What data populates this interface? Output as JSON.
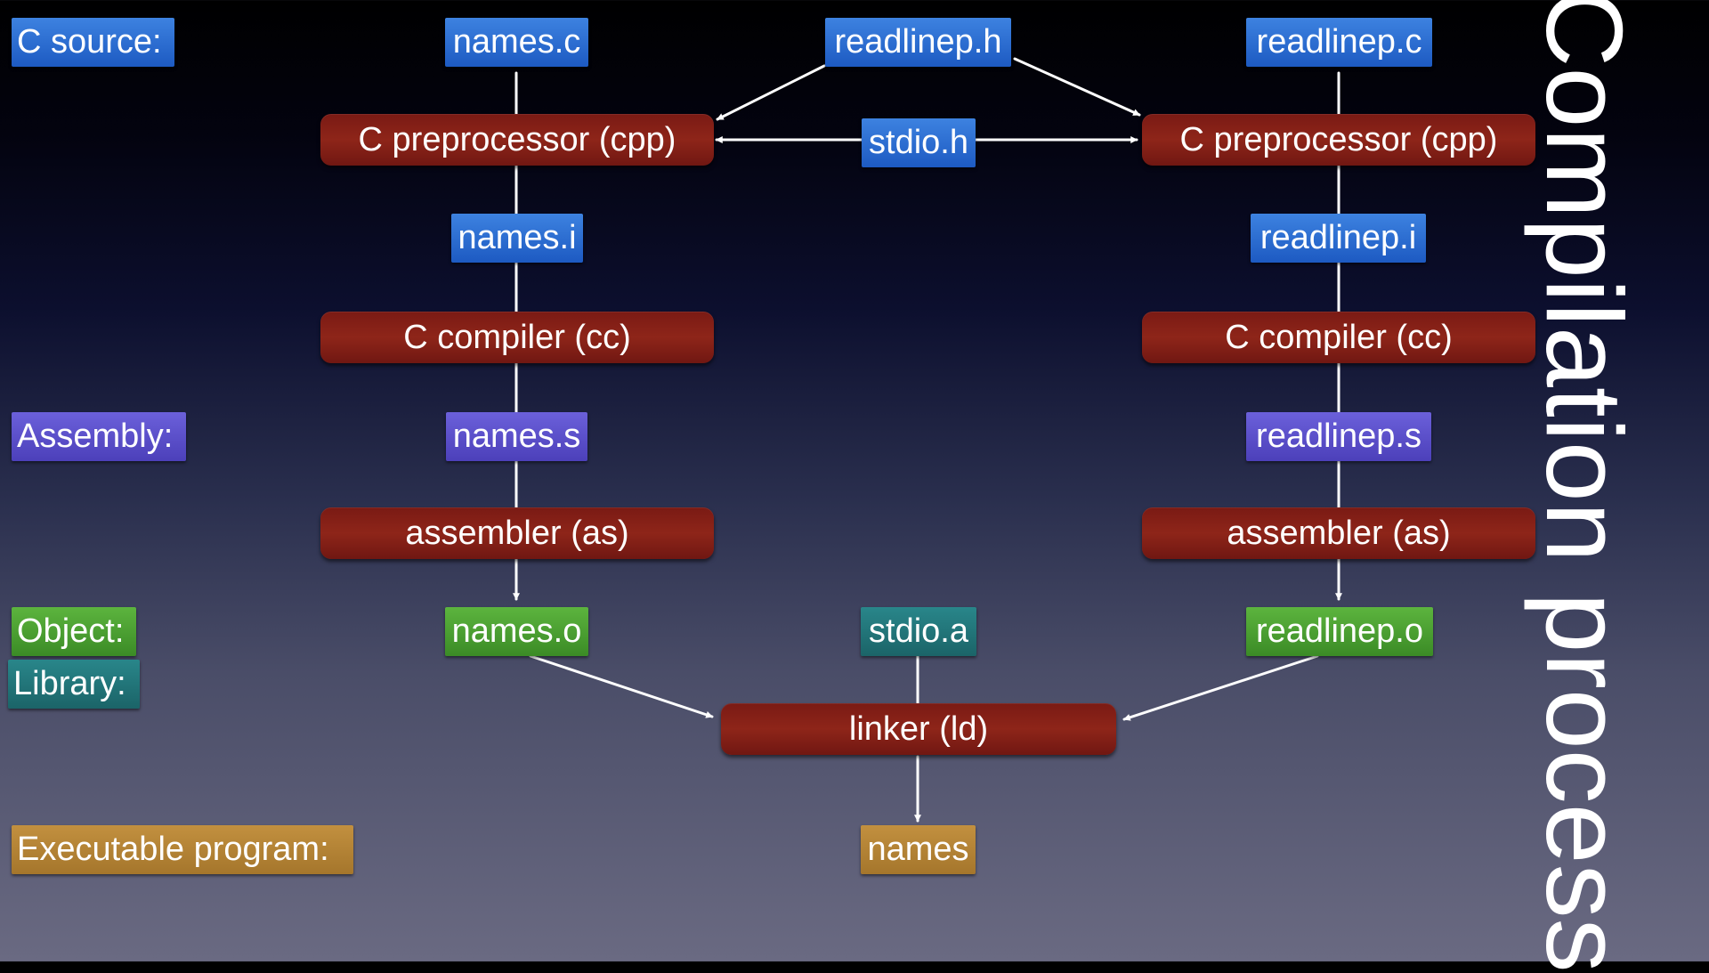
{
  "title": "Compilation process",
  "side_labels": {
    "c_source": "C source:",
    "assembly": "Assembly:",
    "object": "Object:",
    "library": "Library:",
    "executable": "Executable program:"
  },
  "files": {
    "names_c": "names.c",
    "readlinep_h": "readlinep.h",
    "readlinep_c": "readlinep.c",
    "stdio_h": "stdio.h",
    "names_i": "names.i",
    "readlinep_i": "readlinep.i",
    "names_s": "names.s",
    "readlinep_s": "readlinep.s",
    "names_o": "names.o",
    "stdio_a": "stdio.a",
    "readlinep_o": "readlinep.o",
    "names": "names"
  },
  "tools": {
    "cpp": "C preprocessor (cpp)",
    "cc": "C compiler (cc)",
    "as": "assembler (as)",
    "ld": "linker (ld)"
  },
  "colors": {
    "source": "#2b6fd6",
    "assembly": "#5b50ca",
    "object": "#4aa032",
    "library": "#237579",
    "executable": "#b58436",
    "tool": "#821f16",
    "edge": "#ffffff"
  }
}
